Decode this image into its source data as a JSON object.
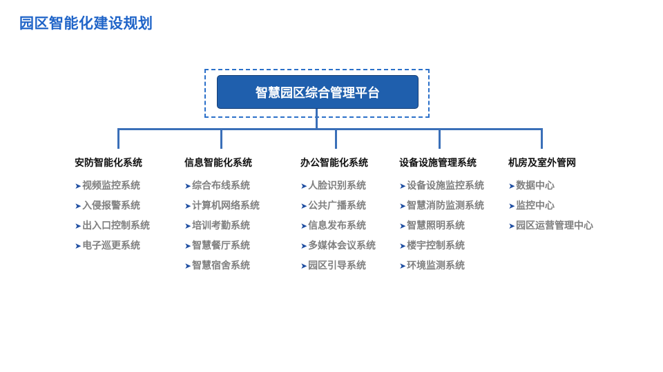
{
  "title": "园区智能化建设规划",
  "root": {
    "label": "智慧园区综合管理平台"
  },
  "colors": {
    "title": "#1f64c8",
    "root_fill": "#1f5fad",
    "connector": "#3a6fb8",
    "item_text": "#7f7f7f",
    "arrow": "#1f4ea1"
  },
  "columns": [
    {
      "title": "安防智能化系统",
      "items": [
        "视频监控系统",
        "入侵报警系统",
        "出入口控制系统",
        "电子巡更系统"
      ]
    },
    {
      "title": "信息智能化系统",
      "items": [
        "综合布线系统",
        "计算机网络系统",
        "培训考勤系统",
        "智慧餐厅系统",
        "智慧宿舍系统"
      ]
    },
    {
      "title": "办公智能化系统",
      "items": [
        "人脸识别系统",
        "公共广播系统",
        "信息发布系统",
        "多媒体会议系统",
        "园区引导系统"
      ]
    },
    {
      "title": "设备设施管理系统",
      "items": [
        "设备设施监控系统",
        "智慧消防监测系统",
        "智慧照明系统",
        "楼宇控制系统",
        "环境监测系统"
      ]
    },
    {
      "title": "机房及室外管网",
      "items": [
        "数据中心",
        "监控中心",
        "园区运营管理中心"
      ]
    }
  ]
}
